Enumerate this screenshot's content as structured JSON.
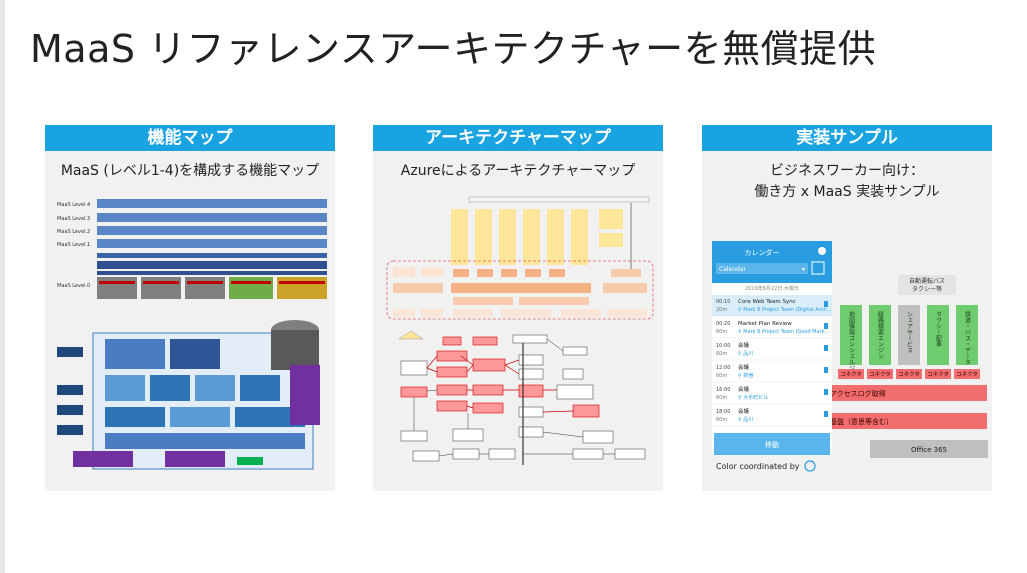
{
  "slide": {
    "title": "MaaS リファレンスアーキテクチャーを無償提供"
  },
  "cards": [
    {
      "header": "機能マップ",
      "subtitle": "MaaS (レベル1-4)を構成する機能マップ",
      "thumb": {
        "levels": [
          "MaaS Level.4",
          "MaaS Level.3",
          "MaaS Level.2",
          "MaaS Level.1",
          "MaaS Level.0"
        ]
      }
    },
    {
      "header": "アーキテクチャーマップ",
      "subtitle": "Azureによるアーキテクチャーマップ"
    },
    {
      "header": "実装サンプル",
      "subtitle": "ビジネスワーカー向け：\n働き方 x MaaS 実装サンプル",
      "calendar": {
        "title": "カレンダー",
        "dropdown": "Calendar",
        "date_line": "2019年8月22日 木曜日",
        "events": [
          {
            "time": "00:10",
            "dur": "20m",
            "title": "Core Web Team Sync",
            "loc": "Mark 8 Project Team (Digital Arch...",
            "highlight": true
          },
          {
            "time": "00:20",
            "dur": "60m",
            "title": "Market Plan Review",
            "loc": "Mark 8 Project Team (Good Mark...",
            "highlight": false
          },
          {
            "time": "10:00",
            "dur": "60m",
            "title": "会議",
            "loc": "品川",
            "highlight": false
          },
          {
            "time": "12:00",
            "dur": "60m",
            "title": "会議",
            "loc": "新宿",
            "highlight": false
          },
          {
            "time": "16:00",
            "dur": "60m",
            "title": "会議",
            "loc": "大手町ビル",
            "highlight": false
          },
          {
            "time": "18:00",
            "dur": "60m",
            "title": "会議",
            "loc": "品川",
            "highlight": false
          }
        ],
        "move_button": "移動",
        "color_credit": "Color coordinated by"
      },
      "diagram": {
        "top_box": "自動運転バス\nタクシー等",
        "services": [
          "地図情報コンシェルジュ",
          "経路検索エンジン",
          "シェアサービス",
          "タクシー配車",
          "鉄道・バス・データ"
        ],
        "connector": "コネクタ",
        "bar_moment": "メント／アクセスログ取得",
        "bar_data": "イル管理基盤（意思等含む）",
        "office": "Office 365"
      }
    }
  ],
  "colors": {
    "accent": "#1aa3e1",
    "green": "#6fcd6f",
    "red": "#f26d6d",
    "gray": "#bfbfbf"
  }
}
